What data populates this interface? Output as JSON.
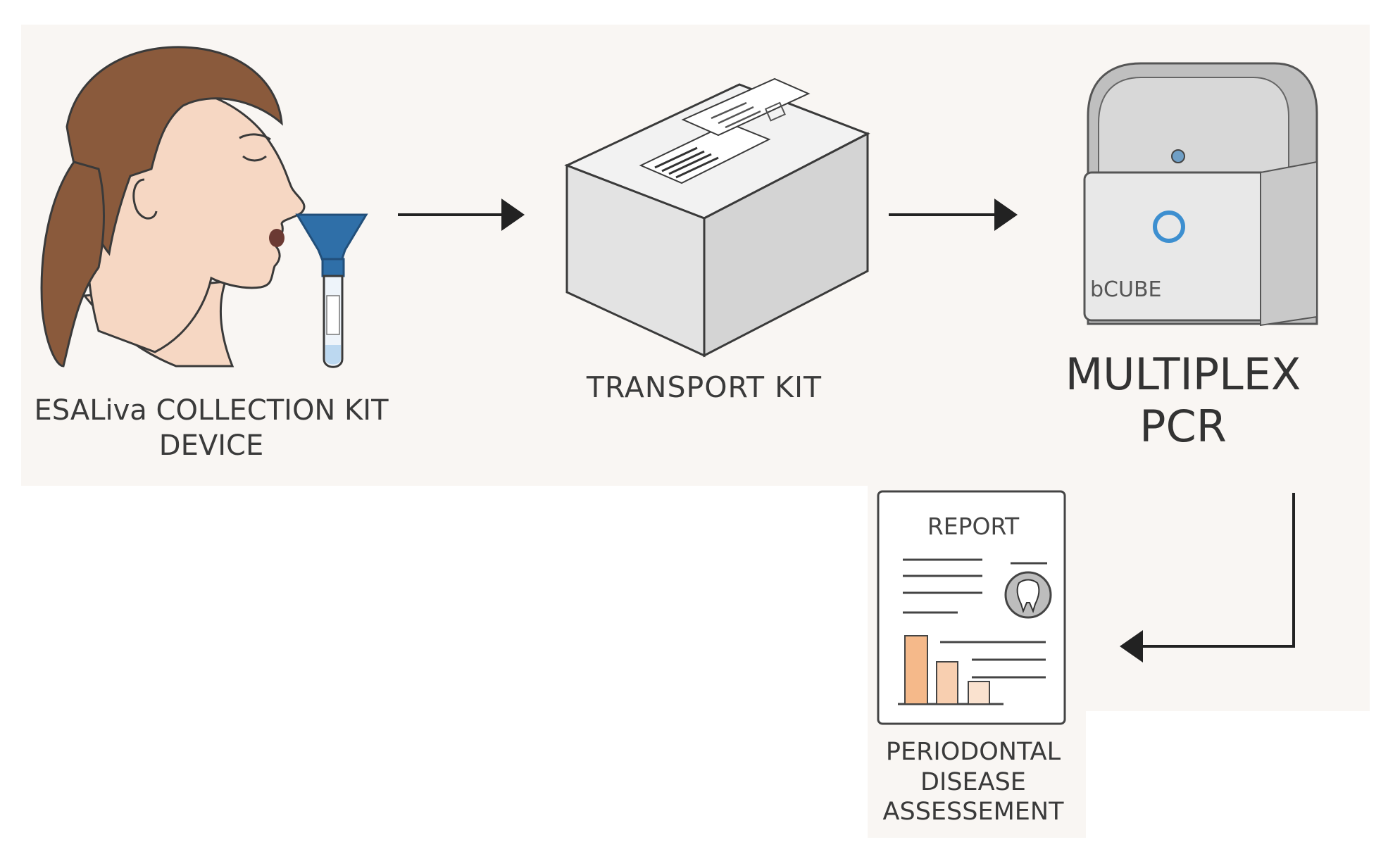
{
  "steps": {
    "collection": {
      "line1": "ESALiva COLLECTION KIT",
      "line2": "DEVICE"
    },
    "transport": {
      "label": "TRANSPORT KIT"
    },
    "pcr": {
      "line1": "MULTIPLEX",
      "line2": "PCR",
      "device_brand": "bCUBE"
    },
    "report": {
      "title": "REPORT",
      "line1": "PERIODONTAL",
      "line2": "DISEASE",
      "line3": "ASSESSEMENT"
    }
  },
  "colors": {
    "panel": "#f9f6f3",
    "arrow": "#222222",
    "hair": "#8a5a3c",
    "skin": "#f6d7c3",
    "funnel": "#2f6fa8",
    "device_ring": "#3d8fd0",
    "bar_1": "#f5b98a",
    "bar_2": "#f8cfb0",
    "bar_3": "#fae2cf"
  },
  "icons": [
    "woman-spitting-icon",
    "saliva-funnel-tube-icon",
    "shipping-box-icon",
    "pcr-device-icon",
    "report-document-icon",
    "tooth-icon",
    "arrow-right-icon",
    "arrow-elbow-left-icon"
  ]
}
